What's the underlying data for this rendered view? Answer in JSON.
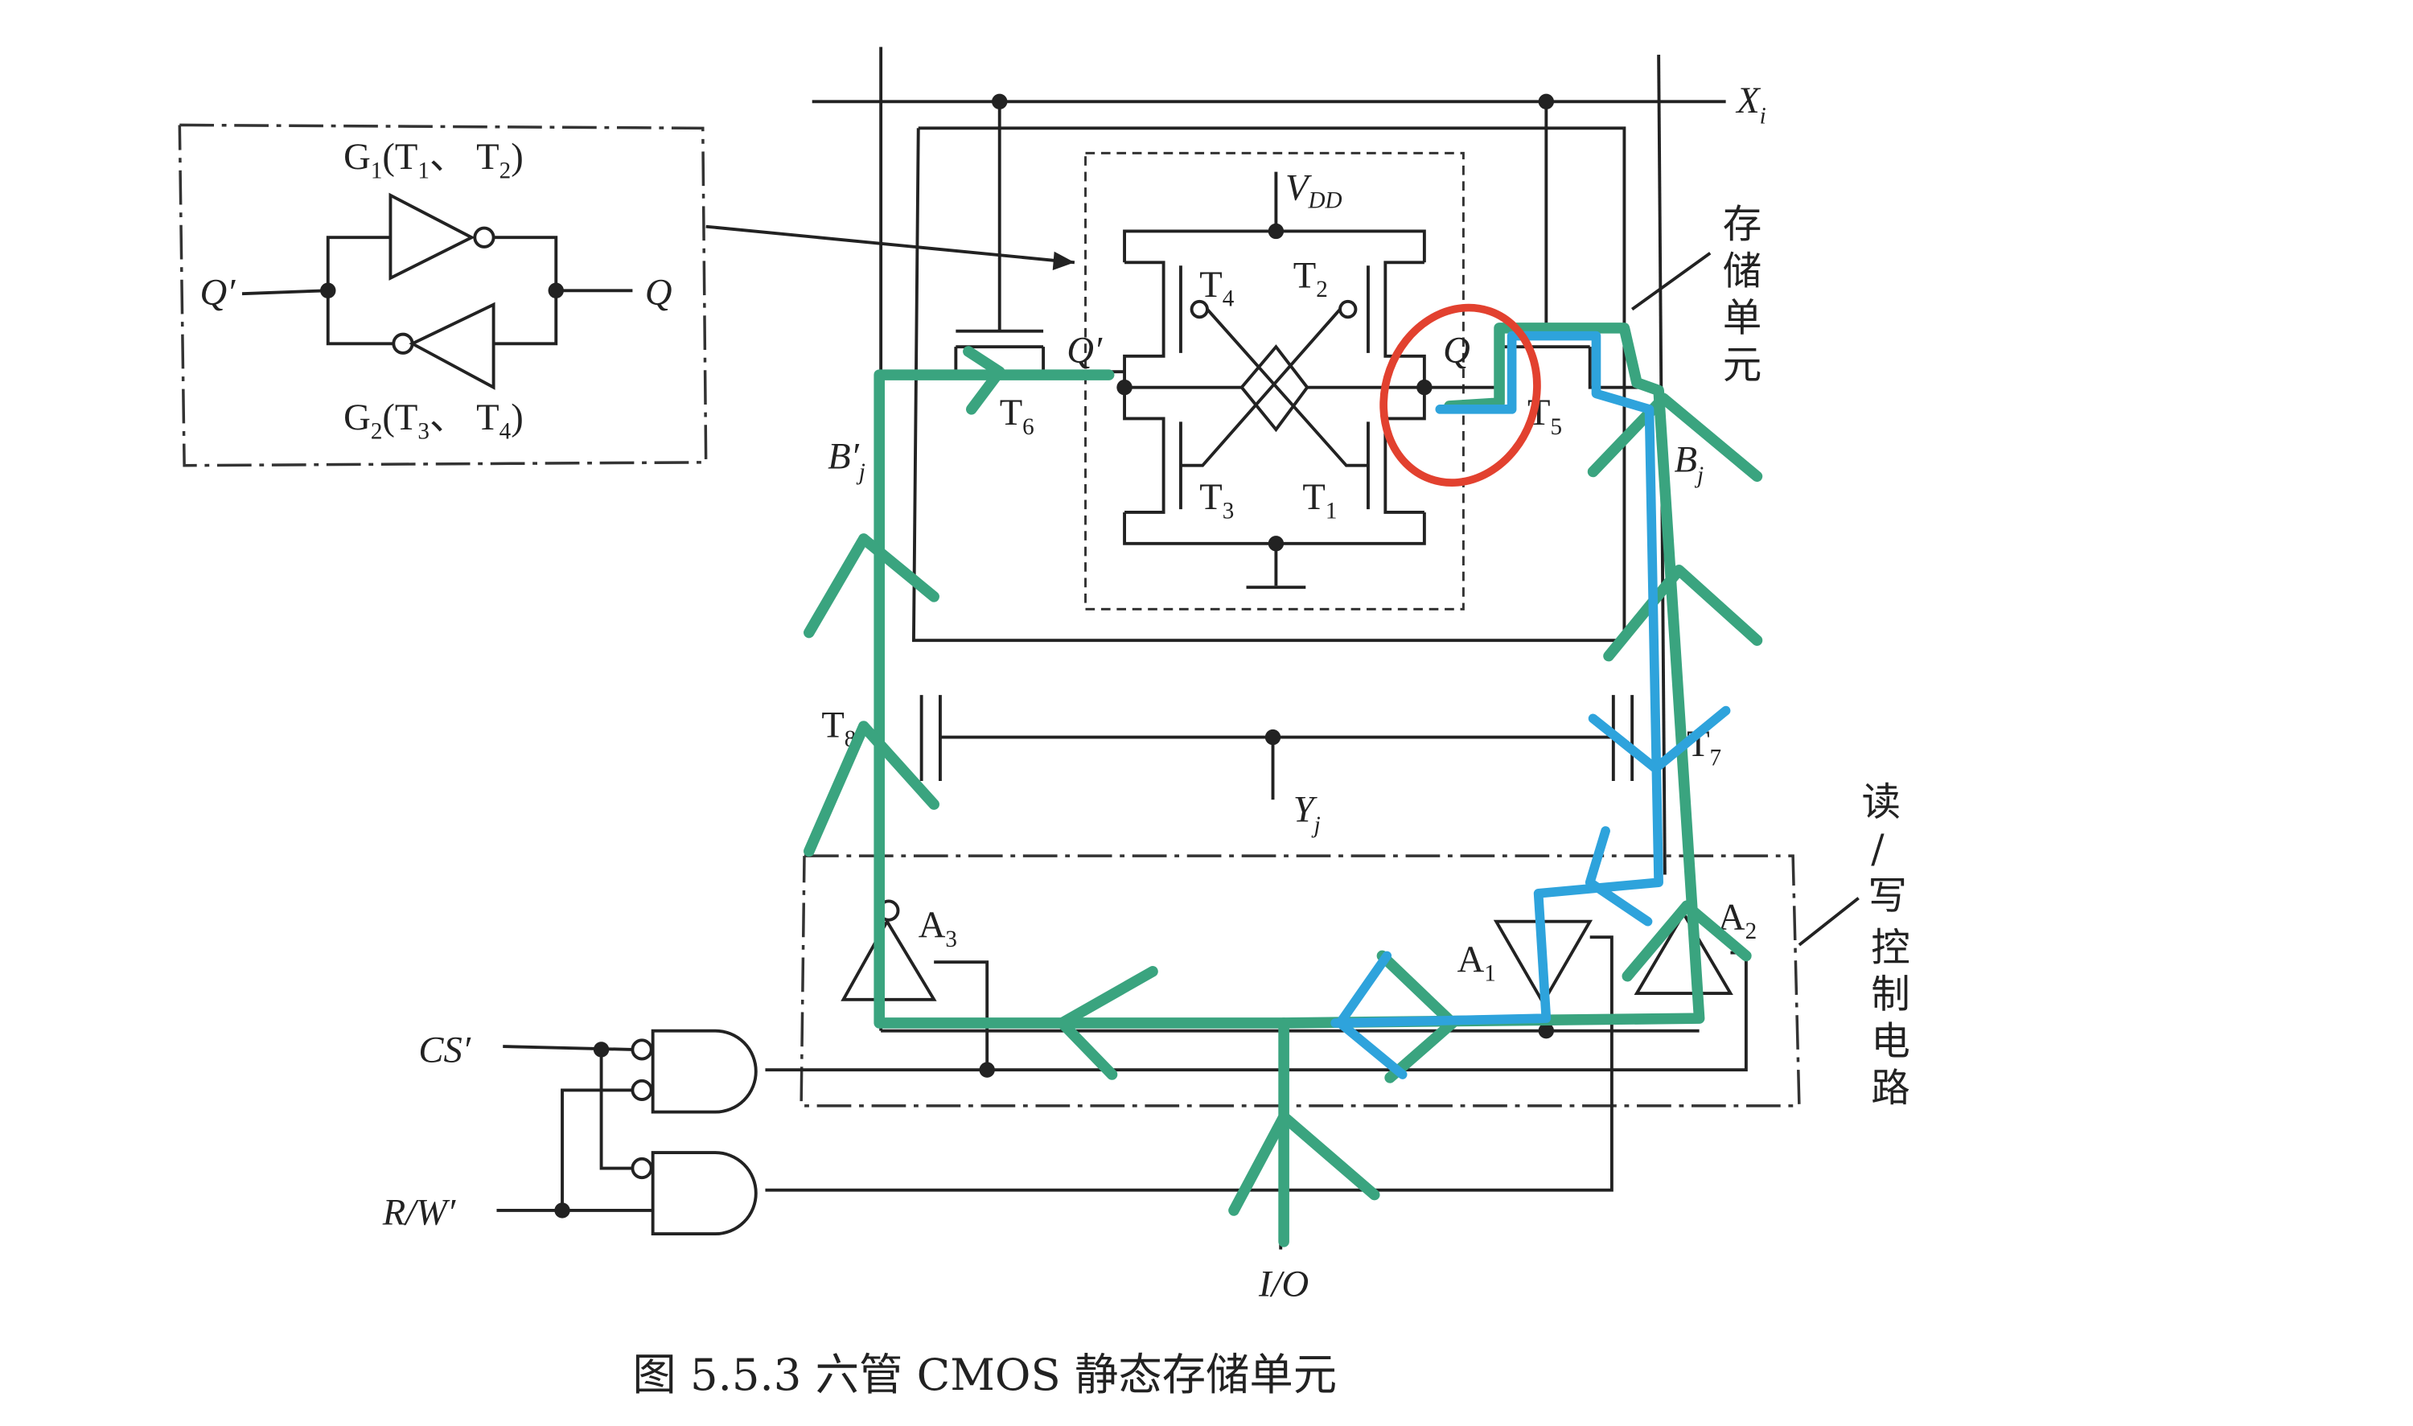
{
  "inset": {
    "g1": {
      "main": "G",
      "sub": "1",
      "rest": "(T",
      "s1": "1",
      "mid": "、 T",
      "s2": "2",
      "end": ")"
    },
    "g2": {
      "main": "G",
      "sub": "2",
      "rest": "(T",
      "s1": "3",
      "mid": "、 T",
      "s2": "4",
      "end": ")"
    },
    "q_bar": "Q′",
    "q": "Q"
  },
  "cell": {
    "word_line": {
      "main": "X",
      "sub": "i"
    },
    "vdd": {
      "main": "V",
      "sub": "DD"
    },
    "q_bar": "Q′",
    "q": "Q",
    "t1": {
      "main": "T",
      "sub": "1"
    },
    "t2": {
      "main": "T",
      "sub": "2"
    },
    "t3": {
      "main": "T",
      "sub": "3"
    },
    "t4": {
      "main": "T",
      "sub": "4"
    },
    "t5": {
      "main": "T",
      "sub": "5"
    },
    "t6": {
      "main": "T",
      "sub": "6"
    },
    "t7": {
      "main": "T",
      "sub": "7"
    },
    "t8": {
      "main": "T",
      "sub": "8"
    },
    "bl_bar": {
      "main": "B′",
      "sub": "j"
    },
    "bl": {
      "main": "B",
      "sub": "j"
    },
    "col_select": {
      "main": "Y",
      "sub": "j"
    },
    "storage_label": [
      "存",
      "储",
      "单",
      "元"
    ]
  },
  "control": {
    "a1": {
      "main": "A",
      "sub": "1"
    },
    "a2": {
      "main": "A",
      "sub": "2"
    },
    "a3": {
      "main": "A",
      "sub": "3"
    },
    "cs": "CS′",
    "rw": "R/W′",
    "io": "I/O",
    "label": [
      "读",
      "/",
      "写",
      "控",
      "制",
      "电",
      "路"
    ]
  },
  "caption": "图 5.5.3   六管 CMOS 静态存储单元",
  "colors": {
    "annotation_green": "#3aa47f",
    "annotation_blue": "#2ea3dc",
    "annotation_red": "#e2412f"
  }
}
